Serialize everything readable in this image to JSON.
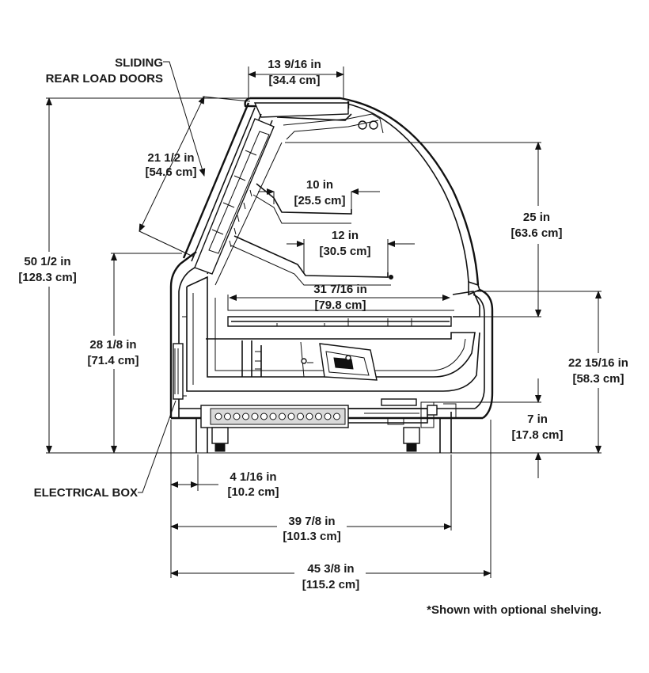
{
  "labels": {
    "sliding_doors_line1": "SLIDING",
    "sliding_doors_line2": "REAR LOAD DOORS",
    "electrical_box": "ELECTRICAL BOX"
  },
  "dimensions": {
    "top_width_in": "13 9/16 in",
    "top_width_cm": "[34.4 cm]",
    "door_in": "21 1/2 in",
    "door_cm": "[54.6 cm]",
    "shelf_upper_in": "10 in",
    "shelf_upper_cm": "[25.5 cm]",
    "shelf_lower_in": "12 in",
    "shelf_lower_cm": "[30.5 cm]",
    "glass_height_in": "25 in",
    "glass_height_cm": "[63.6 cm]",
    "overall_height_in": "50 1/2 in",
    "overall_height_cm": "[128.3 cm]",
    "rear_height_in": "28 1/8 in",
    "rear_height_cm": "[71.4 cm]",
    "deck_width_in": "31 7/16 in",
    "deck_width_cm": "[79.8 cm]",
    "front_height_in": "22 15/16 in",
    "front_height_cm": "[58.3 cm]",
    "base_height_in": "7 in",
    "base_height_cm": "[17.8 cm]",
    "offset_in": "4 1/16 in",
    "offset_cm": "[10.2 cm]",
    "base_width_in": "39 7/8 in",
    "base_width_cm": "[101.3 cm]",
    "overall_width_in": "45 3/8 in",
    "overall_width_cm": "[115.2 cm]"
  },
  "footnote": "*Shown with optional shelving."
}
